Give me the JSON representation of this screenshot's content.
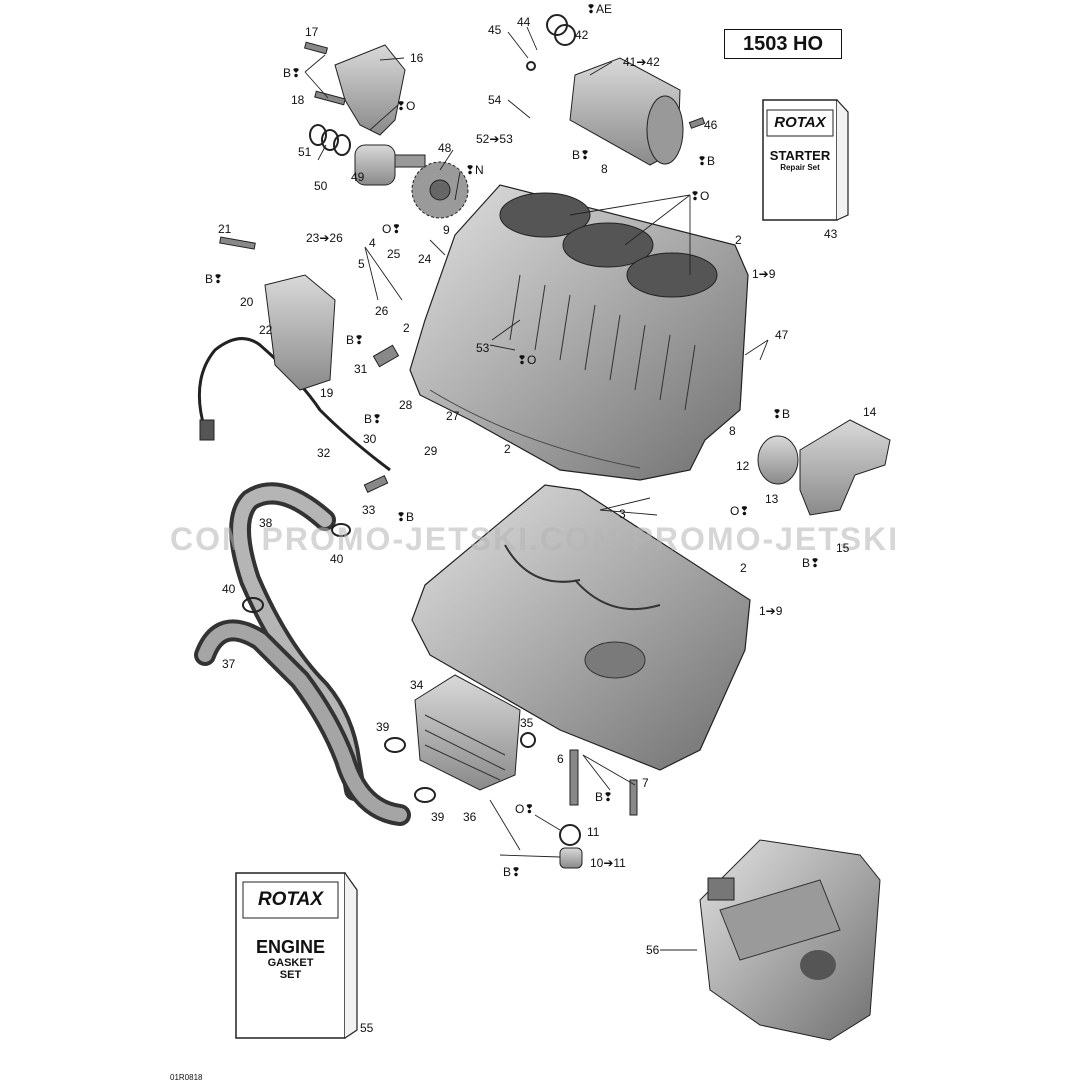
{
  "model_badge": "1503 HO",
  "watermark": "COM  PROMO-JETSKI.COM  PROMO-JETSKI",
  "drawing_id": "01R0818",
  "starter_booklet": {
    "brand": "ROTAX",
    "title": "STARTER",
    "subtitle": "Repair Set"
  },
  "engine_booklet": {
    "brand": "ROTAX",
    "title": "ENGINE",
    "line2": "GASKET",
    "line3": "SET"
  },
  "callouts": [
    {
      "text": "17"
    },
    {
      "text": "16"
    },
    {
      "text": "B❢"
    },
    {
      "text": "18"
    },
    {
      "text": "❢O"
    },
    {
      "text": "51"
    },
    {
      "text": "50"
    },
    {
      "text": "49"
    },
    {
      "text": "48"
    },
    {
      "text": "❢N"
    },
    {
      "text": "9"
    },
    {
      "text": "45"
    },
    {
      "text": "44"
    },
    {
      "text": "❢AE"
    },
    {
      "text": "42"
    },
    {
      "text": "41➔42"
    },
    {
      "text": "54"
    },
    {
      "text": "52➔53"
    },
    {
      "text": "46"
    },
    {
      "text": "B❢"
    },
    {
      "text": "8"
    },
    {
      "text": "❢B"
    },
    {
      "text": "❢O"
    },
    {
      "text": "2"
    },
    {
      "text": "1➔9"
    },
    {
      "text": "21"
    },
    {
      "text": "B❢"
    },
    {
      "text": "20"
    },
    {
      "text": "22"
    },
    {
      "text": "23➔26"
    },
    {
      "text": "O❢"
    },
    {
      "text": "4"
    },
    {
      "text": "25"
    },
    {
      "text": "5"
    },
    {
      "text": "24"
    },
    {
      "text": "26"
    },
    {
      "text": "2"
    },
    {
      "text": "B❢"
    },
    {
      "text": "31"
    },
    {
      "text": "19"
    },
    {
      "text": "53"
    },
    {
      "text": "❢O"
    },
    {
      "text": "47"
    },
    {
      "text": "28"
    },
    {
      "text": "27"
    },
    {
      "text": "B❢"
    },
    {
      "text": "30"
    },
    {
      "text": "29"
    },
    {
      "text": "2"
    },
    {
      "text": "32"
    },
    {
      "text": "14"
    },
    {
      "text": "8"
    },
    {
      "text": "❢B"
    },
    {
      "text": "12"
    },
    {
      "text": "13"
    },
    {
      "text": "O❢"
    },
    {
      "text": "33"
    },
    {
      "text": "❢B"
    },
    {
      "text": "3"
    },
    {
      "text": "38"
    },
    {
      "text": "40"
    },
    {
      "text": "15"
    },
    {
      "text": "B❢"
    },
    {
      "text": "2"
    },
    {
      "text": "40"
    },
    {
      "text": "1➔9"
    },
    {
      "text": "37"
    },
    {
      "text": "34"
    },
    {
      "text": "35"
    },
    {
      "text": "39"
    },
    {
      "text": "6"
    },
    {
      "text": "7"
    },
    {
      "text": "B❢"
    },
    {
      "text": "O❢"
    },
    {
      "text": "39"
    },
    {
      "text": "36"
    },
    {
      "text": "11"
    },
    {
      "text": "B❢"
    },
    {
      "text": "10➔11"
    },
    {
      "text": "56"
    },
    {
      "text": "43"
    },
    {
      "text": "55"
    }
  ],
  "colors": {
    "part_fill": "#c8c8c8",
    "part_dark": "#6e6e6e",
    "line": "#222222",
    "watermark": "#bcbcbc"
  }
}
